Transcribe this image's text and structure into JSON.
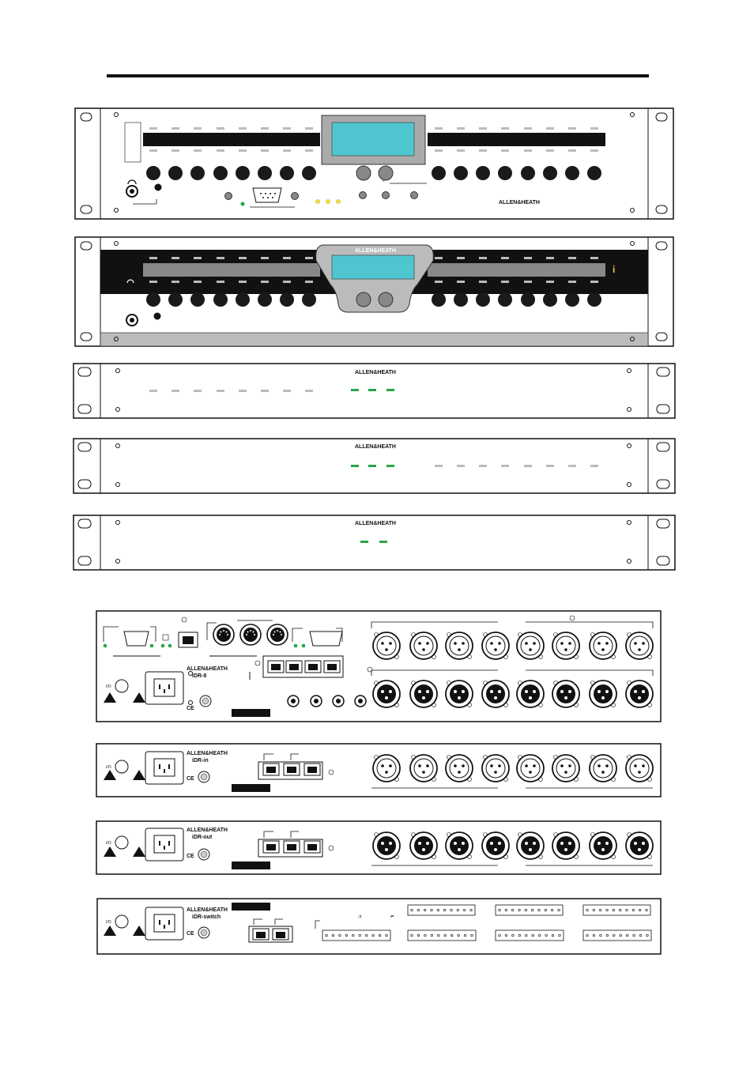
{
  "brand": "ALLEN&HEATH",
  "front_panels": {
    "indicator_glyph": "i",
    "caret": "^"
  },
  "rear_panels": {
    "idr8_model": "iDR-8",
    "idr_in_model": "iDR-in",
    "idr_out_model": "iDR-out",
    "idr_switch_model": "iDR-switch",
    "ce_mark": "CE"
  },
  "colors": {
    "lcd": "#4fc6cf",
    "led_green": "#27a547",
    "led_yellow": "#f2e33a",
    "panel_black": "#111111",
    "knob": "#1a1a1a"
  },
  "icons": [
    "headphone-icon",
    "warning-triangle-icon",
    "ce-mark-icon",
    "xlr-connector-icon",
    "rj45-port-icon",
    "db9-port-icon",
    "midi-din-icon",
    "iec-power-inlet-icon"
  ]
}
